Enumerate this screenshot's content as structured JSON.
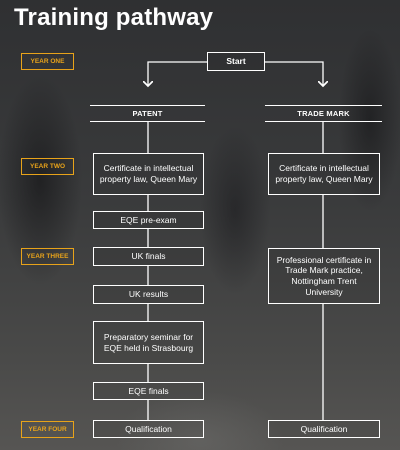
{
  "title": "Training pathway",
  "years": [
    "YEAR ONE",
    "YEAR TWO",
    "YEAR THREE",
    "YEAR FOUR"
  ],
  "start": "Start",
  "patent": {
    "heading": "PATENT",
    "steps": [
      "Certificate in intellectual property law, Queen Mary",
      "EQE pre-exam",
      "UK finals",
      "UK results",
      "Preparatory seminar for EQE held in Strasbourg",
      "EQE finals",
      "Qualification"
    ]
  },
  "trade_mark": {
    "heading": "TRADE MARK",
    "steps": [
      "Certificate in intellectual property law, Queen Mary",
      "Professional certificate in Trade Mark practice, Nottingham Trent University",
      "Qualification"
    ]
  },
  "colors": {
    "accent": "#e8a31a",
    "line": "#ffffff"
  }
}
